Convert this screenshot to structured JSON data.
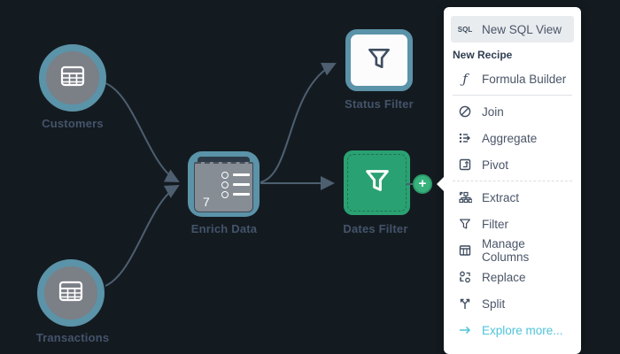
{
  "app": {
    "description": "data flow canvas with recipe context menu"
  },
  "colors": {
    "background": "#141b20",
    "node_ring_teal": "#5b93a9",
    "node_gray": "#7b7f86",
    "selected_green": "#2aa172",
    "plus_green": "#38b27d",
    "edge": "#4d5f70",
    "label_text": "#44536b",
    "menu_bg": "#ffffff",
    "menu_text": "#4a5568",
    "menu_header_text": "#2f3d51",
    "menu_highlight": "#e9ecef",
    "explore_teal": "#4fc3d8"
  },
  "nodes": {
    "customers": {
      "label": "Customers",
      "icon": "table-icon"
    },
    "transactions": {
      "label": "Transactions",
      "icon": "table-icon"
    },
    "enrich": {
      "label": "Enrich Data",
      "badge": "7",
      "icon": "list-icon"
    },
    "status_filter": {
      "label": "Status Filter",
      "icon": "funnel-icon"
    },
    "dates_filter": {
      "label": "Dates Filter",
      "icon": "funnel-icon",
      "selected": true
    }
  },
  "plus_button": {
    "label": "+"
  },
  "menu": {
    "sql_view": {
      "label": "New SQL View",
      "icon": "sql-icon",
      "highlighted": true
    },
    "section_header": "New Recipe",
    "items": [
      {
        "label": "Formula Builder",
        "icon": "formula-icon"
      },
      {
        "label": "Join",
        "icon": "join-icon"
      },
      {
        "label": "Aggregate",
        "icon": "aggregate-icon"
      },
      {
        "label": "Pivot",
        "icon": "pivot-icon"
      },
      {
        "label": "Extract",
        "icon": "extract-icon"
      },
      {
        "label": "Filter",
        "icon": "filter-icon"
      },
      {
        "label": "Manage Columns",
        "icon": "manage-columns-icon"
      },
      {
        "label": "Replace",
        "icon": "replace-icon"
      },
      {
        "label": "Split",
        "icon": "split-icon"
      }
    ],
    "explore": {
      "label": "Explore more...",
      "icon": "arrow-right-icon"
    }
  }
}
